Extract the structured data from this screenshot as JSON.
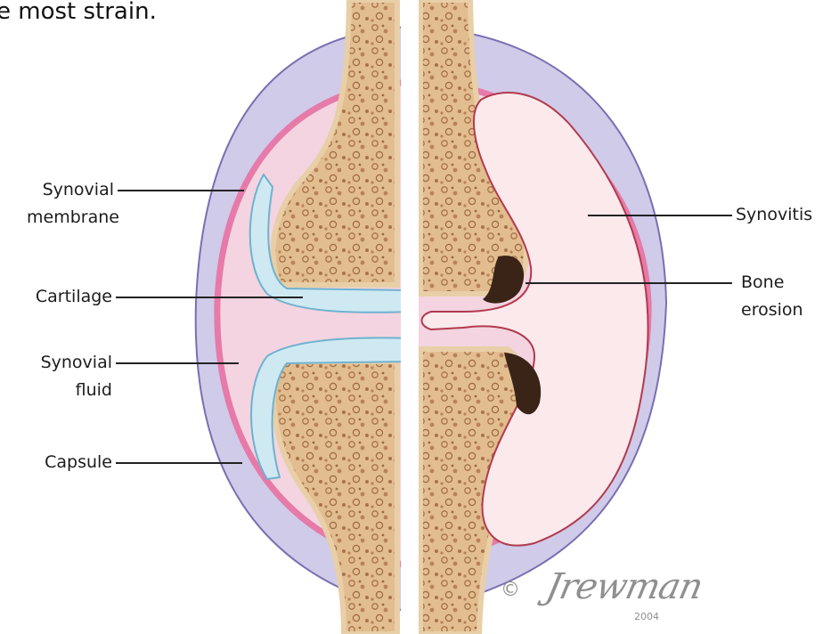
{
  "caption_fragment": "e most strain.",
  "labels": {
    "synovial_membrane": [
      "Synovial",
      "membrane"
    ],
    "cartilage": "Cartilage",
    "synovial_fluid": [
      "Synovial",
      "fluid"
    ],
    "capsule": "Capsule",
    "synovitis": "Synovitis",
    "bone_erosion": [
      "Bone",
      "erosion"
    ]
  },
  "signature": {
    "copyright": "©",
    "artist": "Jrewman",
    "year": "2004"
  },
  "colors": {
    "capsule_outer": "#cfcbe9",
    "capsule_outline": "#7a6fb0",
    "synovial_membrane": "#e67aa8",
    "joint_cavity": "#f3d4e0",
    "bone": "#e7c69b",
    "bone_speckle": "#a8734a",
    "cartilage": "#cfe9f3",
    "cartilage_outline": "#6fb2cf",
    "synovitis": "#fbe9ec",
    "erosion": "#3a2418",
    "leader_line": "#222222"
  }
}
